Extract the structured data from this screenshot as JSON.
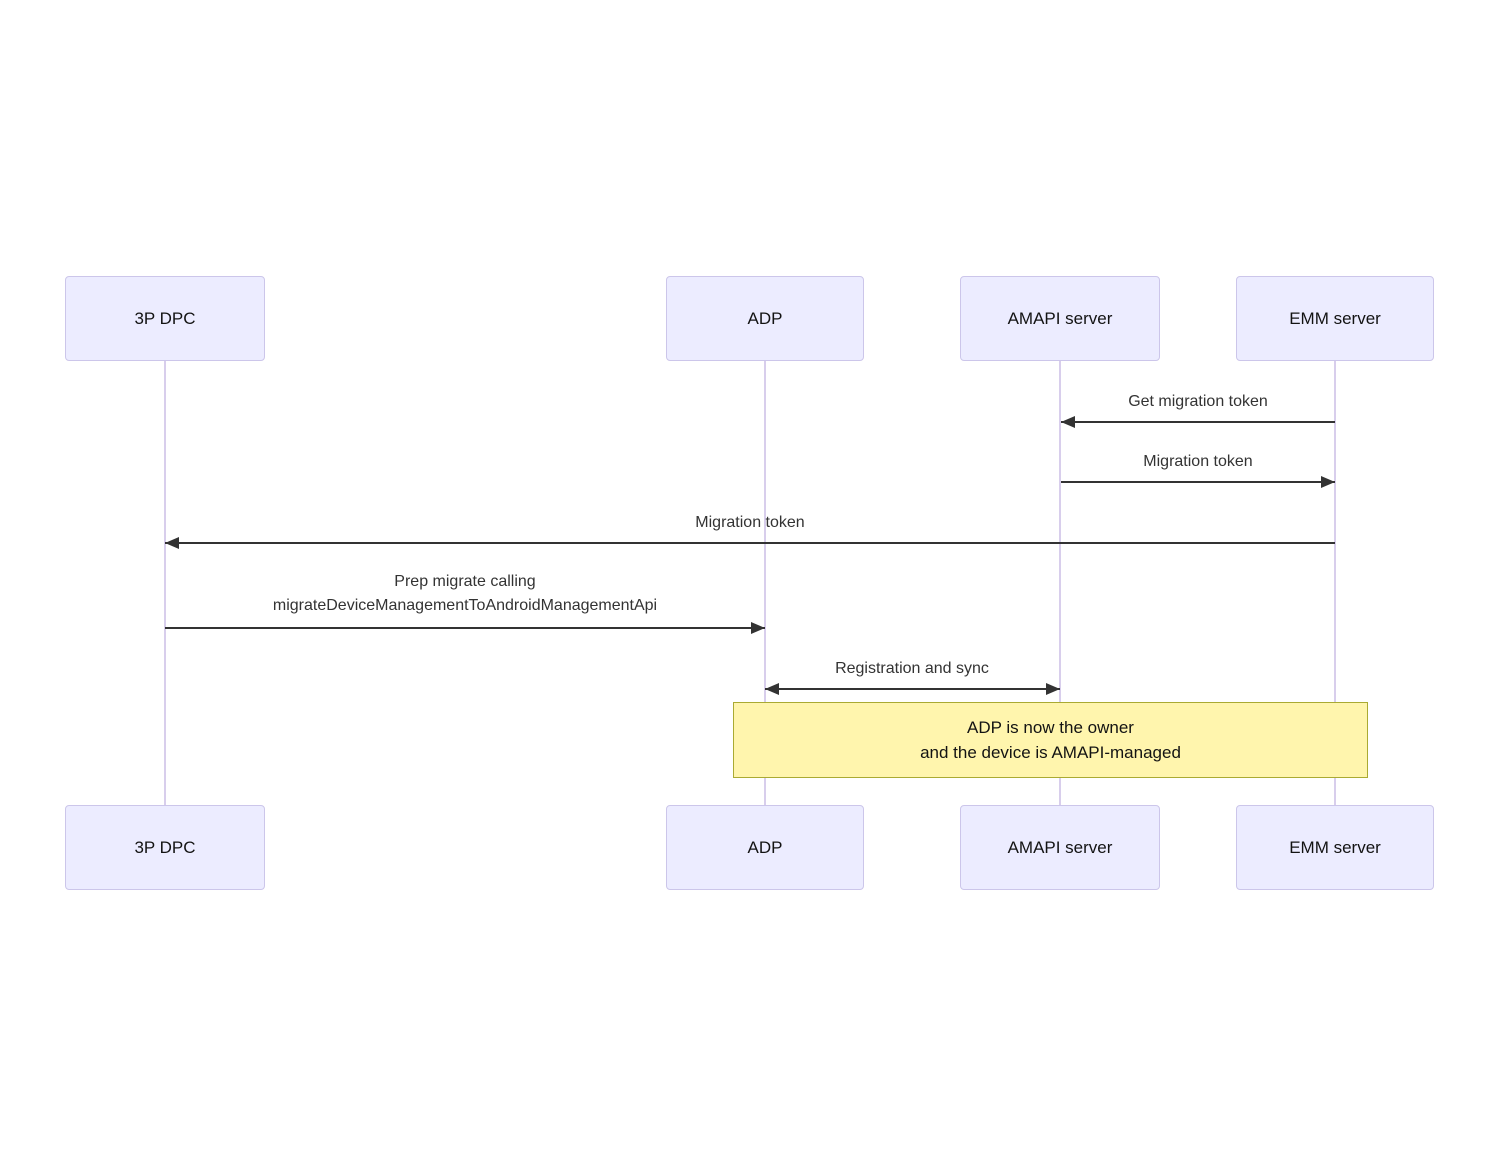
{
  "diagram": {
    "type": "sequence",
    "actors": [
      {
        "id": "3p-dpc",
        "label": "3P DPC"
      },
      {
        "id": "adp",
        "label": "ADP"
      },
      {
        "id": "amapi-server",
        "label": "AMAPI server"
      },
      {
        "id": "emm-server",
        "label": "EMM server"
      }
    ],
    "messages": [
      {
        "from": "EMM server",
        "to": "AMAPI server",
        "direction": "left",
        "label": "Get migration token"
      },
      {
        "from": "AMAPI server",
        "to": "EMM server",
        "direction": "right",
        "label": "Migration token"
      },
      {
        "from": "EMM server",
        "to": "3P DPC",
        "direction": "left",
        "label": "Migration token"
      },
      {
        "from": "3P DPC",
        "to": "ADP",
        "direction": "right",
        "label": "Prep migrate calling\nmigrateDeviceManagementToAndroidManagementApi"
      },
      {
        "from": "ADP",
        "to": "AMAPI server",
        "direction": "both",
        "label": "Registration and sync"
      }
    ],
    "note": {
      "over": [
        "ADP",
        "EMM server"
      ],
      "label": "ADP is now the owner\nand the device is AMAPI-managed"
    },
    "colors": {
      "background": "#ffffff",
      "actor_fill": "#ECECFF",
      "actor_border": "#CCC6EA",
      "actor_text": "#131313",
      "lifeline": "#D8CEEC",
      "arrow": "#333333",
      "message_text": "#333333",
      "note_fill": "#FFF5AD",
      "note_border": "#AAAA33",
      "note_text": "#131313"
    }
  }
}
